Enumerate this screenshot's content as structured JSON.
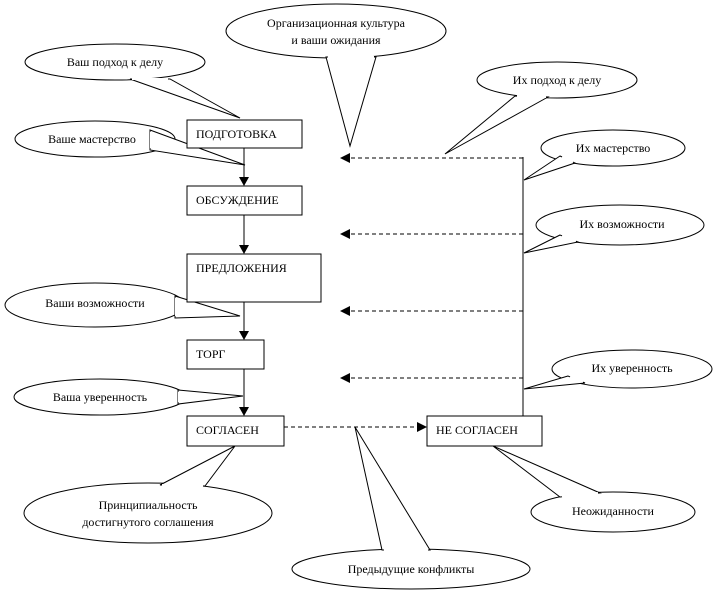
{
  "boxes": {
    "preparation": "ПОДГОТОВКА",
    "discussion": "ОБСУЖДЕНИЕ",
    "proposals": "ПРЕДЛОЖЕНИЯ",
    "bargaining": "ТОРГ",
    "agree": "СОГЛАСЕН",
    "disagree": "НЕ СОГЛАСЕН"
  },
  "callouts": {
    "org_culture_line1": "Организационная культура",
    "org_culture_line2": "и ваши ожидания",
    "your_approach": "Ваш подход к делу",
    "your_skill": "Ваше мастерство",
    "your_capabilities": "Ваши возможности",
    "your_confidence": "Ваша уверенность",
    "principle_line1": "Принципиальность",
    "principle_line2": "достигнутого соглашения",
    "their_approach": "Их подход к делу",
    "their_skill": "Их мастерство",
    "their_capabilities": "Их возможности",
    "their_confidence": "Их уверенность",
    "surprises": "Неожиданности",
    "previous_conflicts": "Предыдущие конфликты"
  }
}
